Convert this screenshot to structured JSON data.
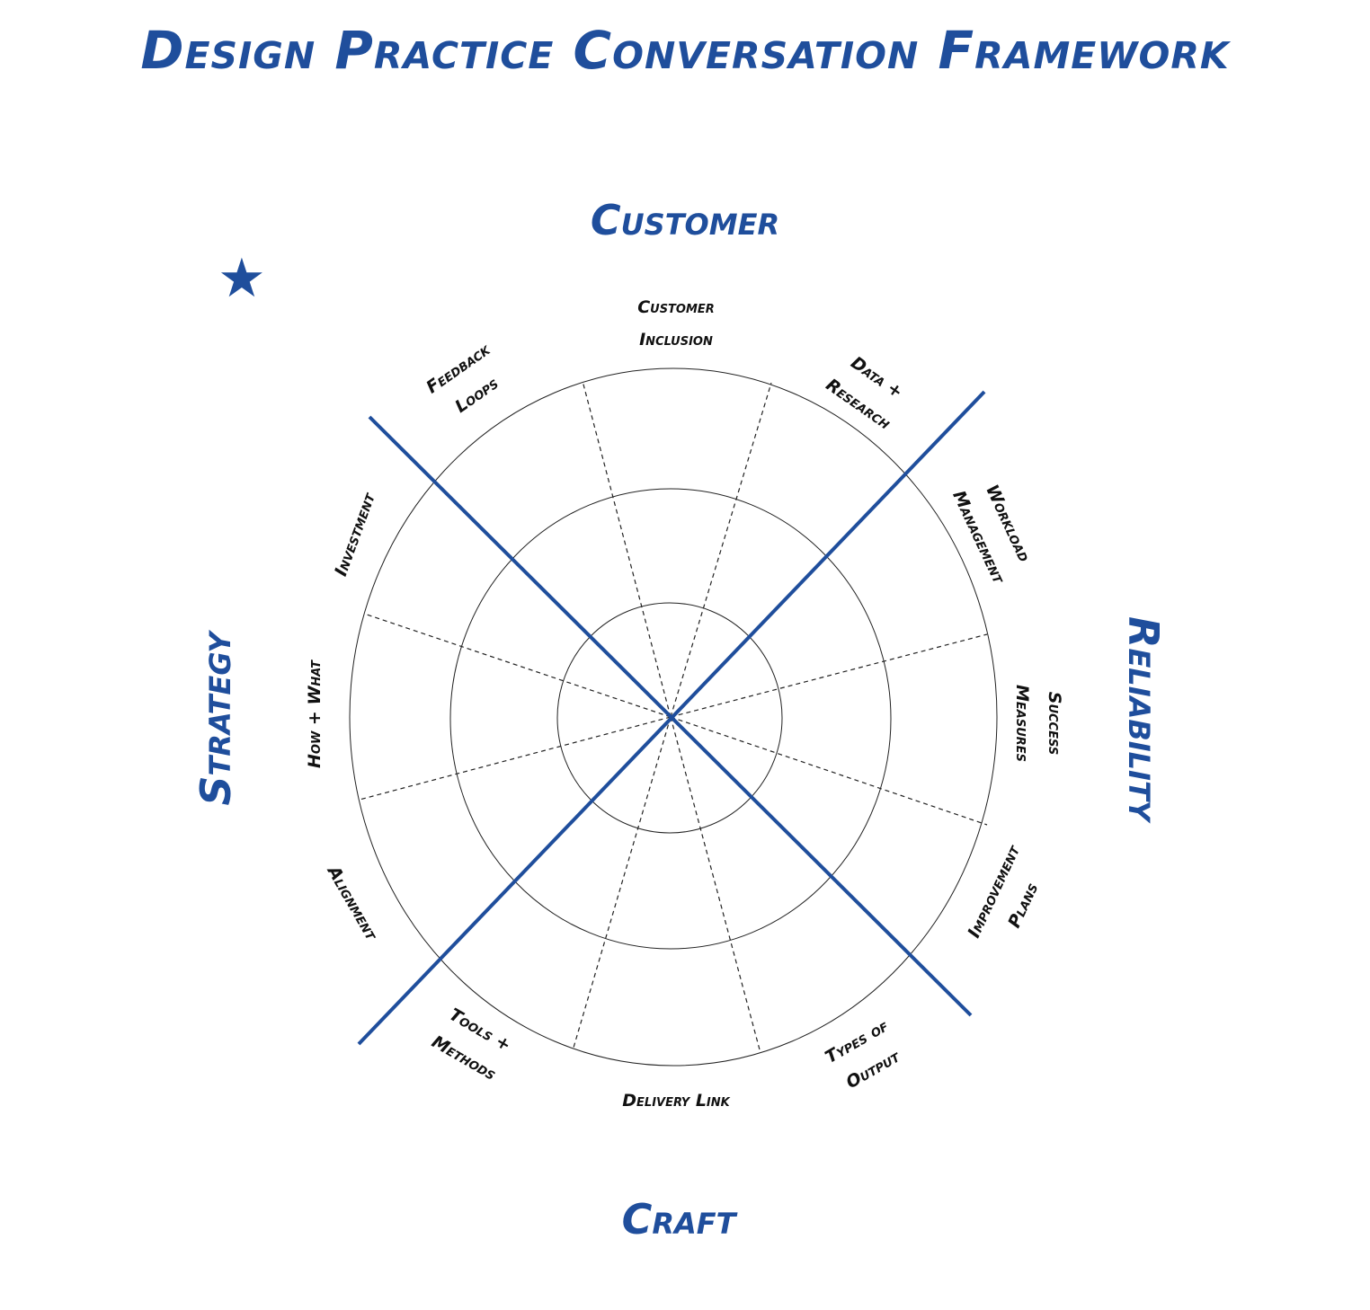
{
  "title": "Design Practice Conversation Framework",
  "quadrants": {
    "top": "Customer",
    "left": "Strategy",
    "right": "Reliability",
    "bottom": "Craft"
  },
  "segments": [
    {
      "label_lines": [
        "Customer",
        "Inclusion"
      ]
    },
    {
      "label_lines": [
        "Feedback",
        "Loops"
      ]
    },
    {
      "label_lines": [
        "Data +",
        "Research"
      ]
    },
    {
      "label_lines": [
        "Workload",
        "Management"
      ]
    },
    {
      "label_lines": [
        "Investment"
      ]
    },
    {
      "label_lines": [
        "How + What"
      ]
    },
    {
      "label_lines": [
        "Success",
        "Measures"
      ]
    },
    {
      "label_lines": [
        "Alignment"
      ]
    },
    {
      "label_lines": [
        "Improvement",
        "Plans"
      ]
    },
    {
      "label_lines": [
        "Tools +",
        "Methods"
      ]
    },
    {
      "label_lines": [
        "Delivery Link"
      ]
    },
    {
      "label_lines": [
        "Types of",
        "Output"
      ]
    }
  ],
  "colors": {
    "accent": "#1f4e9c",
    "ink": "#111111"
  },
  "icons": {
    "marker": "star-icon"
  }
}
